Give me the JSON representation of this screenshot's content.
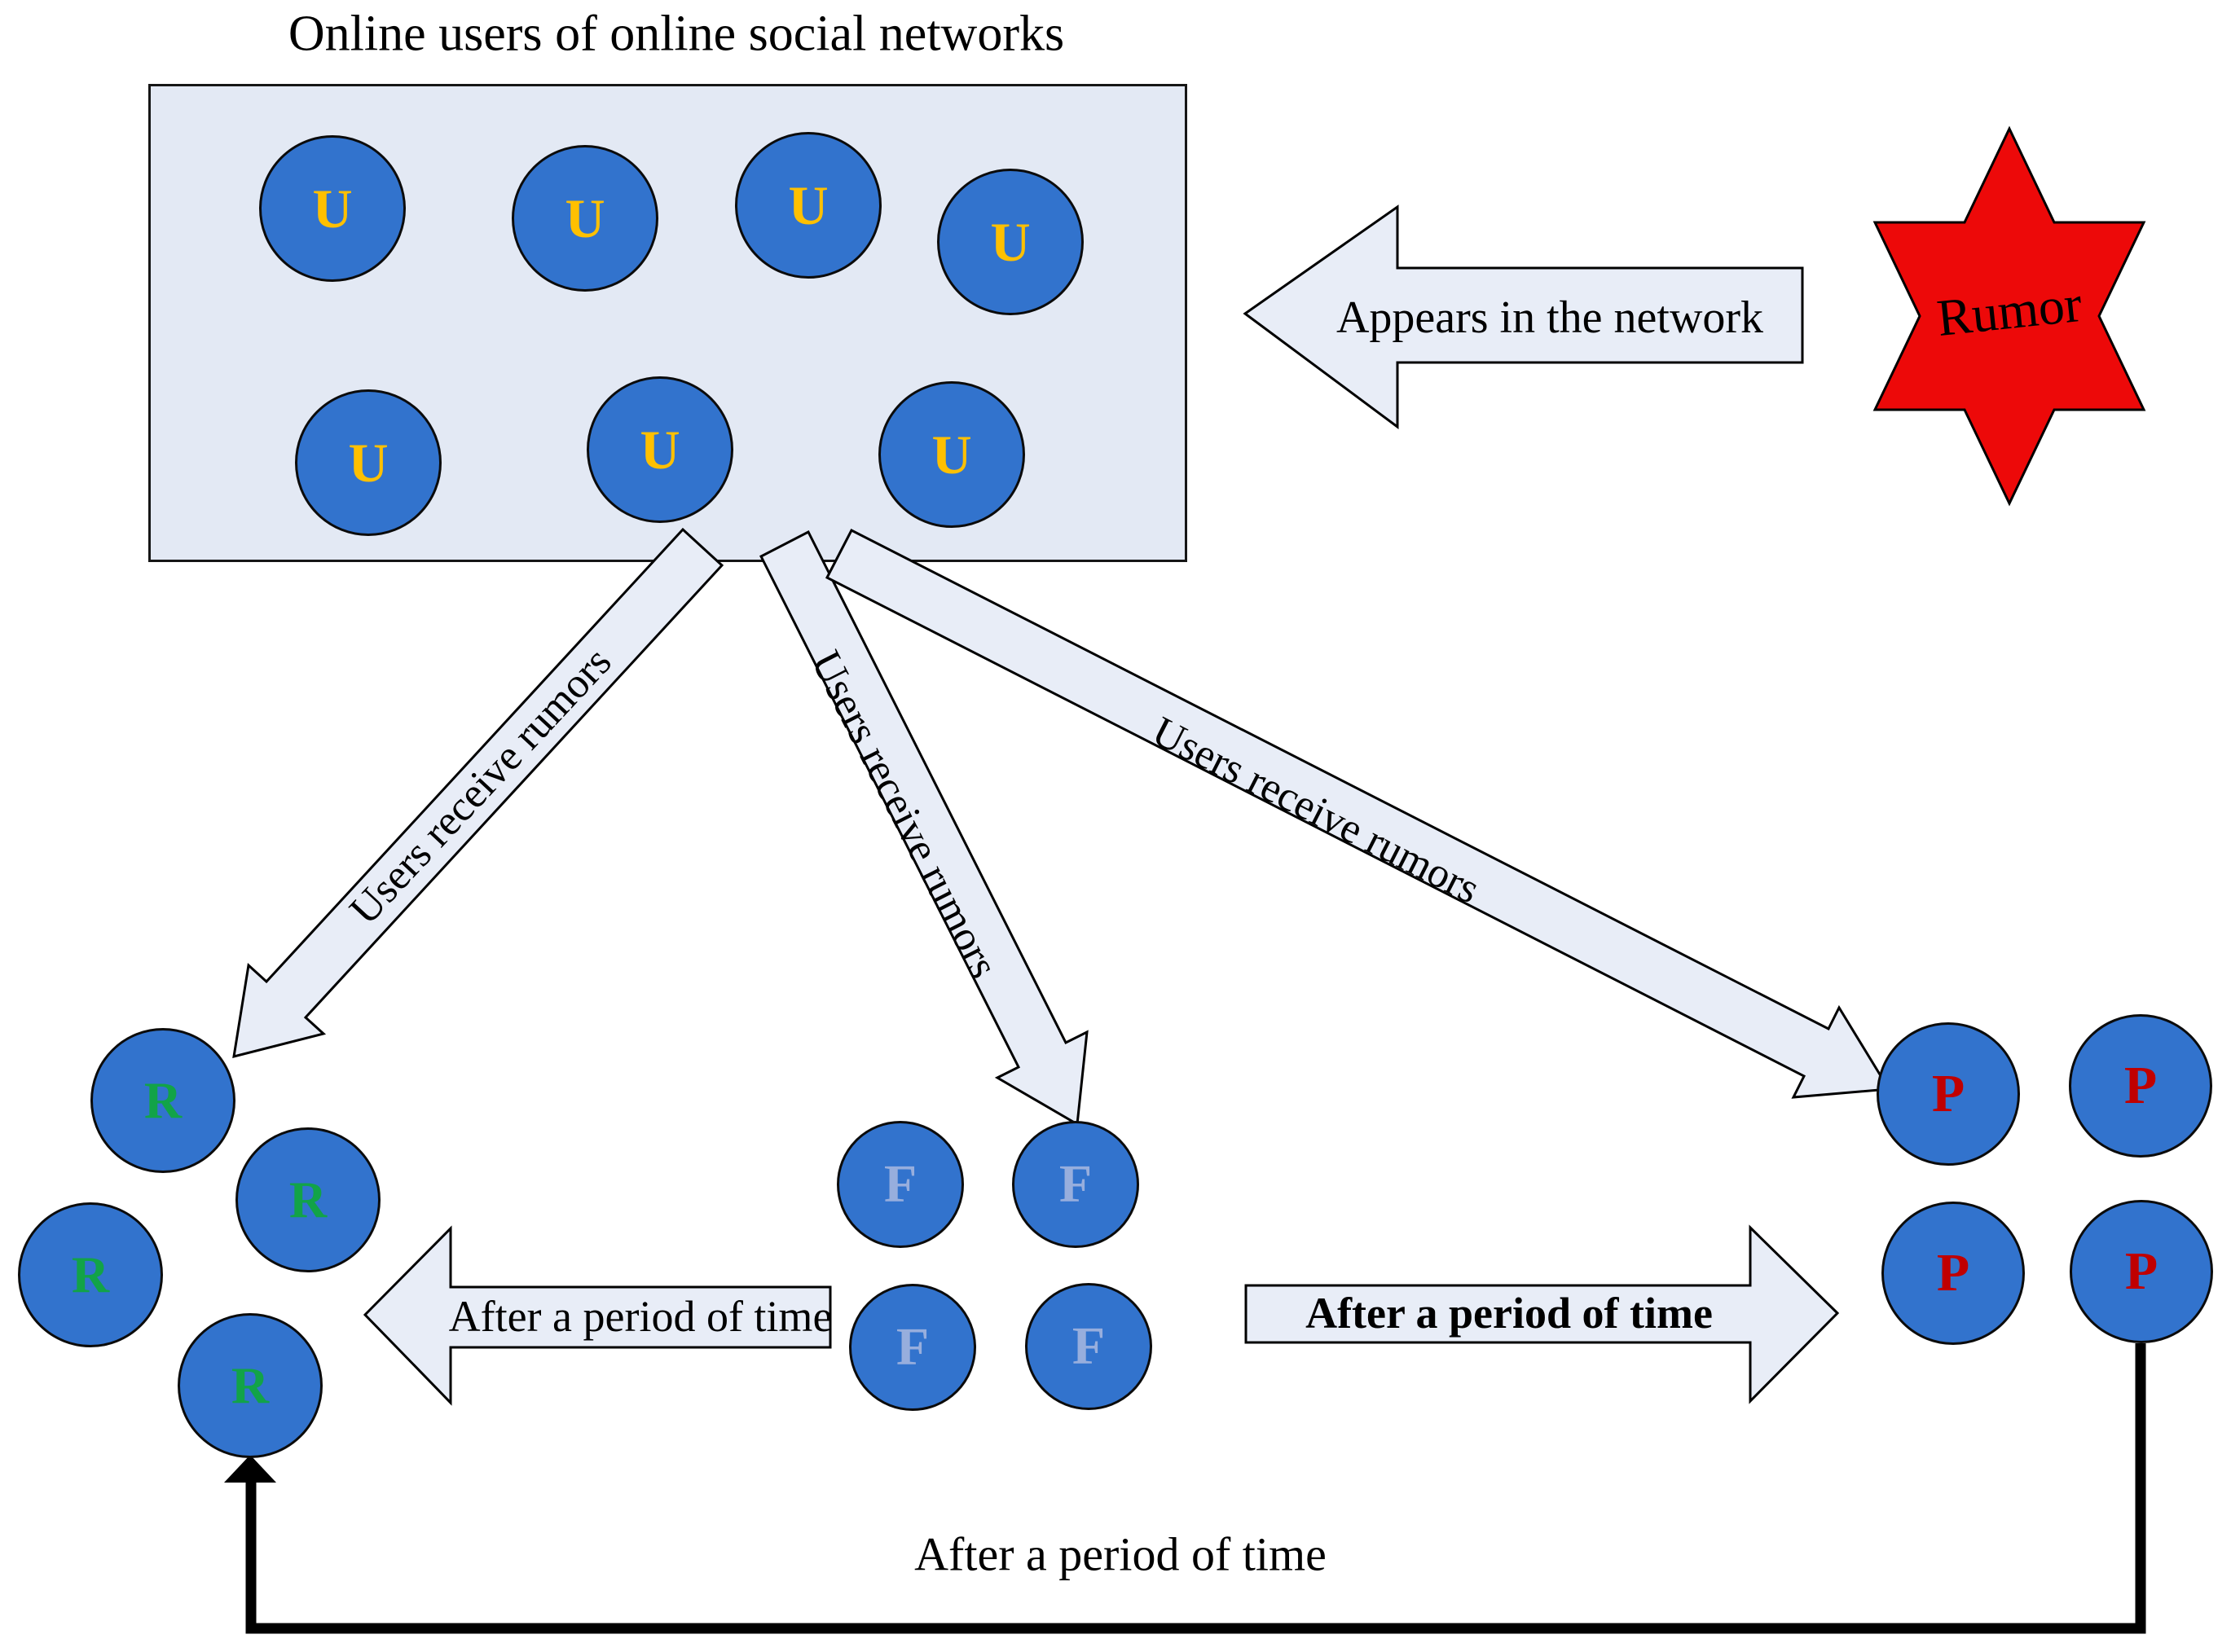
{
  "title": "Online users of online social networks",
  "star": {
    "label": "Rumor",
    "fill_color": "#ED0909"
  },
  "labels": {
    "appears": "Appears in the network",
    "receive": "Users receive rumors",
    "period": "After a period of time",
    "period_bottom": "After a period of time"
  },
  "node_groups": {
    "users": {
      "letter": "U",
      "letter_color": "#FFC000",
      "count": 7
    },
    "received": {
      "letter": "R",
      "letter_color": "#12A348",
      "count": 4
    },
    "f_state": {
      "letter": "F",
      "letter_color": "#97AEDD",
      "count": 4
    },
    "p_state": {
      "letter": "P",
      "letter_color": "#C00000",
      "count": 4
    }
  },
  "colors": {
    "node_fill": "#3273CD",
    "shape_fill": "#E8EDF7",
    "box_fill": "#E3E9F4",
    "outline": "#000000"
  }
}
